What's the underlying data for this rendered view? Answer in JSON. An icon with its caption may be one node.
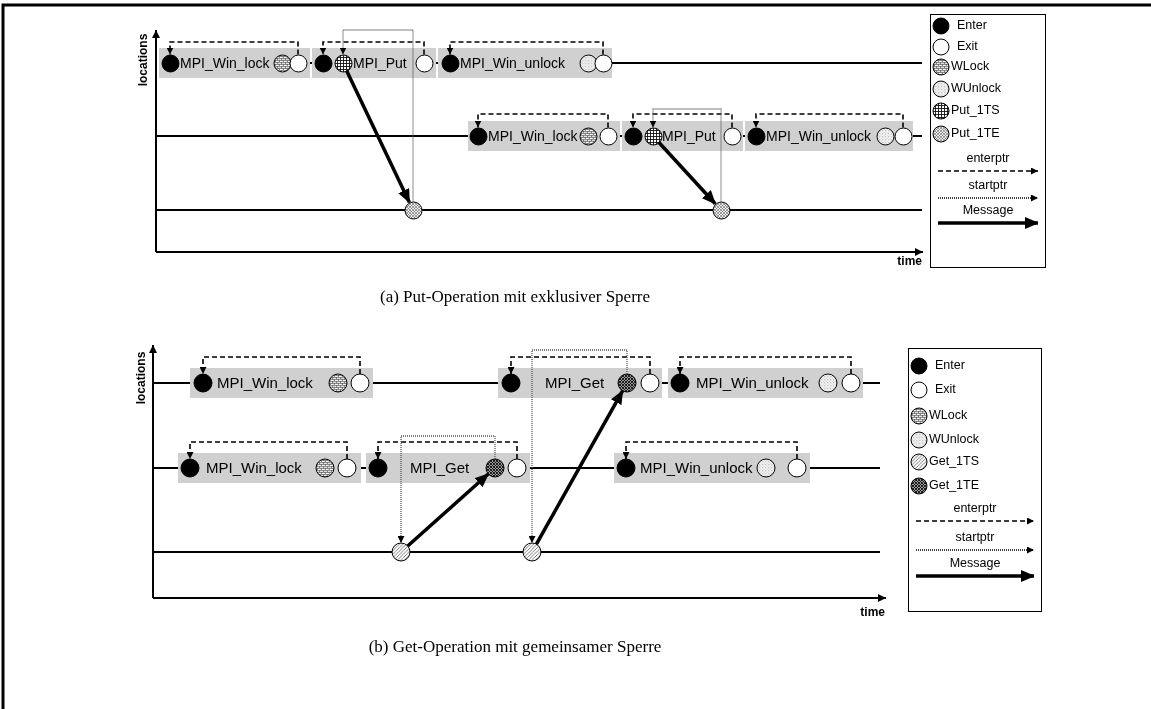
{
  "diagram": {
    "nodes": [
      {
        "text": [
          "MPI_Win_lock"
        ]
      },
      {
        "text": [],
        "shape": "circle",
        "in": 0
      },
      {
        "text": [],
        "shape": "circle",
        "in": 0
      },
      {
        "text": [],
        "shape": "circle",
        "in": 0
      },
      {
        "text": [
          "MPI_Put"
        ]
      },
      {
        "text": [],
        "shape": "circle",
        "in": 4
      },
      {
        "text": [],
        "shape": "circle",
        "in": 4
      },
      {
        "text": [],
        "shape": "circle",
        "in": 4
      },
      {
        "text": [
          "MPI_Win_unlock"
        ]
      },
      {
        "text": [],
        "shape": "circle",
        "in": 8
      },
      {
        "text": [],
        "shape": "circle",
        "in": 8
      },
      {
        "text": [],
        "shape": "circle",
        "in": 8
      },
      {
        "text": [
          "MPI_Win_lock"
        ]
      },
      {
        "text": [],
        "shape": "circle",
        "in": 12
      },
      {
        "text": [],
        "shape": "circle",
        "in": 12
      },
      {
        "text": [],
        "shape": "circle",
        "in": 12
      },
      {
        "text": [
          "MPI_Put"
        ]
      },
      {
        "text": [],
        "shape": "circle",
        "in": 16
      },
      {
        "text": [],
        "shape": "circle",
        "in": 16
      },
      {
        "text": [],
        "shape": "circle",
        "in": 16
      },
      {
        "text": [
          "MPI_Win_unlock"
        ]
      },
      {
        "text": [],
        "shape": "circle",
        "in": 20
      },
      {
        "text": [],
        "shape": "circle",
        "in": 20
      },
      {
        "text": [],
        "shape": "circle",
        "in": 20
      },
      {
        "text": [],
        "shape": "circle"
      },
      {
        "text": [],
        "shape": "circle"
      },
      {
        "text": [
          "MPI_Win_lock"
        ]
      },
      {
        "text": [],
        "shape": "circle",
        "in": 26
      },
      {
        "text": [],
        "shape": "circle",
        "in": 26
      },
      {
        "text": [],
        "shape": "circle",
        "in": 26
      },
      {
        "text": [
          "MPI_Get"
        ]
      },
      {
        "text": [],
        "shape": "circle",
        "in": 30
      },
      {
        "text": [],
        "shape": "circle",
        "in": 30
      },
      {
        "text": [],
        "shape": "circle",
        "in": 30
      },
      {
        "text": [
          "MPI_Win_unlock"
        ]
      },
      {
        "text": [],
        "shape": "circle",
        "in": 34
      },
      {
        "text": [],
        "shape": "circle",
        "in": 34
      },
      {
        "text": [],
        "shape": "circle",
        "in": 34
      },
      {
        "text": [
          "MPI_Win_lock"
        ]
      },
      {
        "text": [],
        "shape": "circle",
        "in": 38
      },
      {
        "text": [],
        "shape": "circle",
        "in": 38
      },
      {
        "text": [],
        "shape": "circle",
        "in": 38
      },
      {
        "text": [
          "MPI_Get"
        ]
      },
      {
        "text": [],
        "shape": "circle",
        "in": 42
      },
      {
        "text": [],
        "shape": "circle",
        "in": 42
      },
      {
        "text": [],
        "shape": "circle",
        "in": 42
      },
      {
        "text": [
          "MPI_Win_unlock"
        ]
      },
      {
        "text": [],
        "shape": "circle",
        "in": 46
      },
      {
        "text": [],
        "shape": "circle",
        "in": 46
      },
      {
        "text": [],
        "shape": "circle",
        "in": 46
      },
      {
        "text": [],
        "shape": "circle"
      },
      {
        "text": [],
        "shape": "circle"
      }
    ],
    "edges": [
      {
        "from": 3,
        "to": 1,
        "arrow": "to",
        "style": "dashed"
      },
      {
        "from": 7,
        "to": 5,
        "arrow": "to",
        "style": "dashed"
      },
      {
        "from": 11,
        "to": 9,
        "arrow": "to",
        "style": "dashed"
      },
      {
        "from": 24,
        "to": 6,
        "arrow": "to",
        "style": "dashed",
        "color": "#555555"
      },
      {
        "from": 6,
        "to": 24,
        "arrow": "to",
        "style": "thick"
      },
      {
        "from": 15,
        "to": 13,
        "arrow": "to",
        "style": "dashed"
      },
      {
        "from": 19,
        "to": 17,
        "arrow": "to",
        "style": "dashed"
      },
      {
        "from": 23,
        "to": 21,
        "arrow": "to",
        "style": "dashed"
      },
      {
        "from": 25,
        "to": 18,
        "arrow": "to",
        "style": "dashed",
        "color": "#555555"
      },
      {
        "from": 18,
        "to": 25,
        "arrow": "to",
        "style": "thick"
      },
      {
        "from": 29,
        "to": 27,
        "arrow": "to",
        "style": "dashed"
      },
      {
        "from": 33,
        "to": 31,
        "arrow": "to",
        "style": "dashed"
      },
      {
        "from": 37,
        "to": 35,
        "arrow": "to",
        "style": "dashed"
      },
      {
        "from": 41,
        "to": 39,
        "arrow": "to",
        "style": "dashed"
      },
      {
        "from": 45,
        "to": 43,
        "arrow": "to",
        "style": "dashed"
      },
      {
        "from": 49,
        "to": 47,
        "arrow": "to",
        "style": "dashed"
      },
      {
        "from": 44,
        "to": 50,
        "arrow": "to",
        "style": "dashed",
        "color": "#555555"
      },
      {
        "from": 32,
        "to": 51,
        "arrow": "to",
        "style": "dashed",
        "color": "#555555"
      },
      {
        "from": 50,
        "to": 44,
        "arrow": "to",
        "style": "thick"
      },
      {
        "from": 51,
        "to": 32,
        "arrow": "to",
        "style": "thick"
      }
    ],
    "labels": [
      "locations",
      "time",
      "(a) Put-Operation mit exklusiver Sperre",
      "locations",
      "time",
      "(b) Get-Operation mit gemeinsamer Sperre"
    ],
    "legend": [
      {
        "text": "Enter"
      },
      {
        "text": "Exit"
      },
      {
        "text": "WLock"
      },
      {
        "text": "WUnlock"
      },
      {
        "text": "Put_1TS"
      },
      {
        "text": "Put_1TE"
      },
      {
        "text": "enterptr"
      },
      {
        "text": "startptr"
      },
      {
        "text": "Message"
      },
      {
        "text": "Enter"
      },
      {
        "text": "Exit"
      },
      {
        "text": "WLock"
      },
      {
        "text": "WUnlock"
      },
      {
        "text": "Get_1TS"
      },
      {
        "text": "Get_1TE"
      },
      {
        "text": "enterptr"
      },
      {
        "text": "startptr"
      },
      {
        "text": "Message"
      }
    ]
  }
}
